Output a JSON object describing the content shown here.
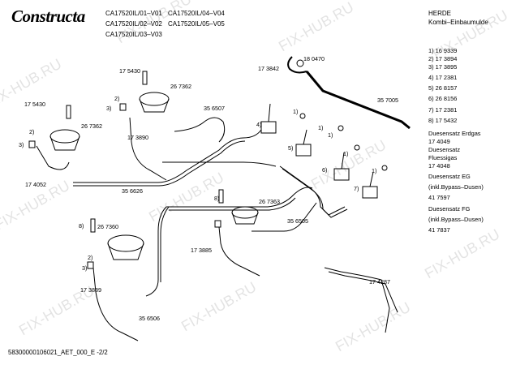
{
  "header": {
    "brand": "Constructa",
    "models": [
      "CA17520IL/01–V01",
      "CA17520IL/04–V04",
      "CA17520IL/02–V02",
      "CA17520IL/05–V05",
      "CA17520IL/03–V03"
    ],
    "category": "HERDE",
    "subcategory": "Kombi–Einbaumulde"
  },
  "parts_list": [
    "1) 16 9339",
    "2) 17 3894",
    "3) 17 3895",
    "4) 17 2381",
    "5) 26 8157",
    "6) 26 8156",
    "7) 17 2381",
    "8) 17 5432",
    "Duesensatz Erdgas",
    "17 4049",
    "Duesensatz",
    "Fluessigas",
    "17 4048",
    "Duesensatz EG",
    "(inkl.Bypass–Dusen)",
    "41 7597",
    "Duesensatz FG",
    "(inkl.Bypass–Dusen)",
    "41 7837"
  ],
  "callouts": [
    "17 5430",
    "26 7362",
    "3)",
    "2)",
    "17 3890",
    "17 5430",
    "26 7362",
    "2)",
    "3)",
    "17 4052",
    "35 6626",
    "35 6507",
    "17 3842",
    "18 0470",
    "35 7005",
    "1)",
    "4)",
    "1)",
    "5)",
    "1)",
    "6)",
    "1)",
    "7)",
    "1)",
    "8)",
    "26 7363",
    "17 3885",
    "35 6505",
    "8)",
    "26 7360",
    "2)",
    "3)",
    "17 3889",
    "35 6506",
    "17 4287"
  ],
  "footer": "58300000106021_AET_000_E -2/2",
  "watermark": "FIX-HUB.RU"
}
